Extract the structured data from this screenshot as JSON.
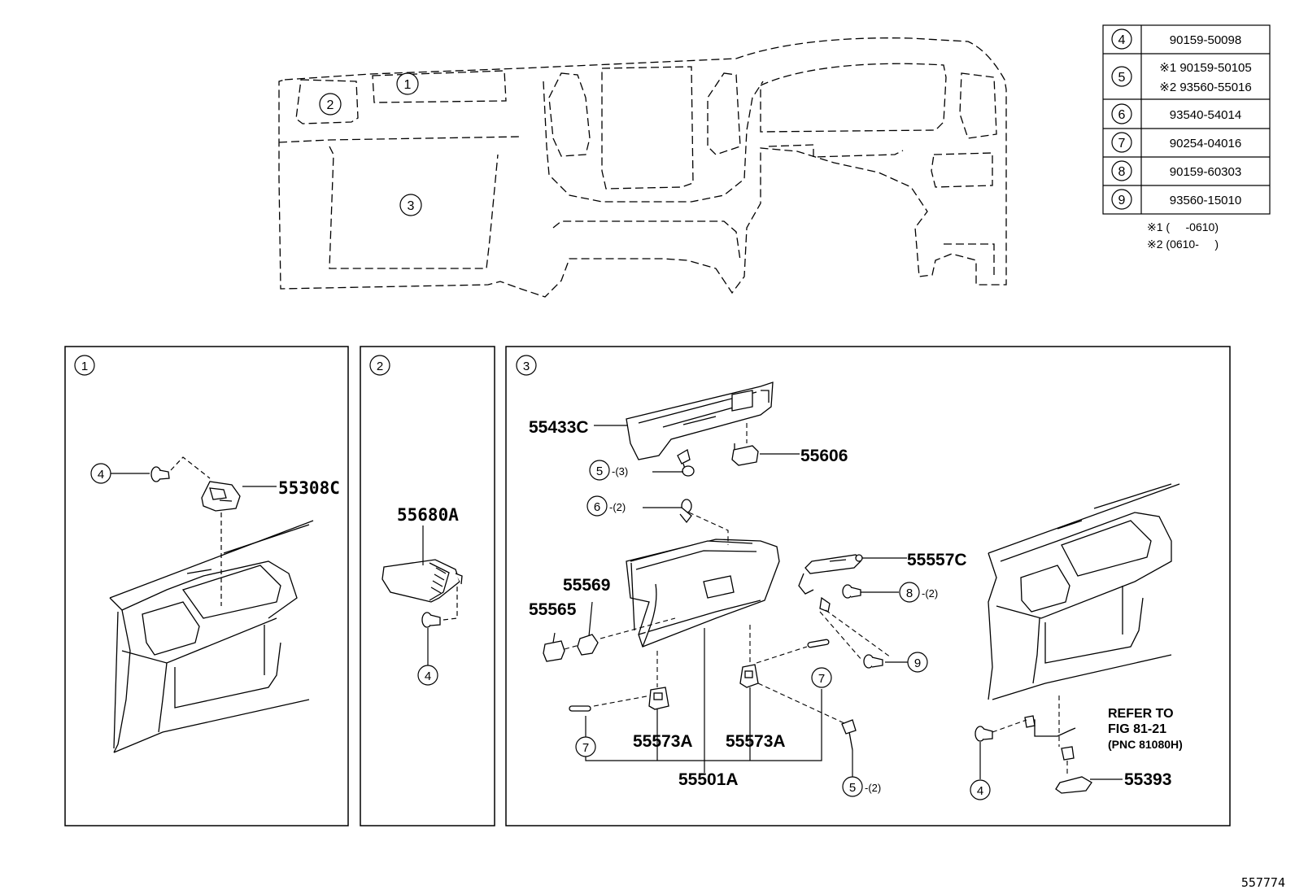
{
  "parts_table": {
    "rows": [
      {
        "ref": "4",
        "parts": [
          "90159-50098"
        ]
      },
      {
        "ref": "5",
        "parts": [
          "※1 90159-50105",
          "※2 93560-55016"
        ]
      },
      {
        "ref": "6",
        "parts": [
          "93540-54014"
        ]
      },
      {
        "ref": "7",
        "parts": [
          "90254-04016"
        ]
      },
      {
        "ref": "8",
        "parts": [
          "90159-60303"
        ]
      },
      {
        "ref": "9",
        "parts": [
          "93560-15010"
        ]
      }
    ],
    "notes": [
      "※1 (     -0610)",
      "※2 (0610-     )"
    ]
  },
  "overview": {
    "callouts": [
      "1",
      "2",
      "3"
    ]
  },
  "panel1": {
    "number": "1",
    "labels": {
      "p55308c": "55308C"
    },
    "callouts": {
      "c4": "4"
    }
  },
  "panel2": {
    "number": "2",
    "labels": {
      "p55680a": "55680A"
    },
    "callouts": {
      "c4": "4"
    }
  },
  "panel3": {
    "number": "3",
    "labels": {
      "p55433c": "55433C",
      "p55606": "55606",
      "p55557c": "55557C",
      "p55569": "55569",
      "p55565": "55565",
      "p55573a_l": "55573A",
      "p55573a_r": "55573A",
      "p55501a": "55501A",
      "p55393": "55393",
      "refer1": "REFER TO",
      "refer2": "FIG 81-21",
      "refer3": "(PNC 81080H)"
    },
    "callouts": {
      "c5a": "5",
      "q5a": "-(3)",
      "c6": "6",
      "q6": "-(2)",
      "c8": "8",
      "q8": "-(2)",
      "c9": "9",
      "c7a": "7",
      "c7b": "7",
      "c5b": "5",
      "q5b": "-(2)",
      "c4": "4"
    }
  },
  "figure_id": "557774"
}
